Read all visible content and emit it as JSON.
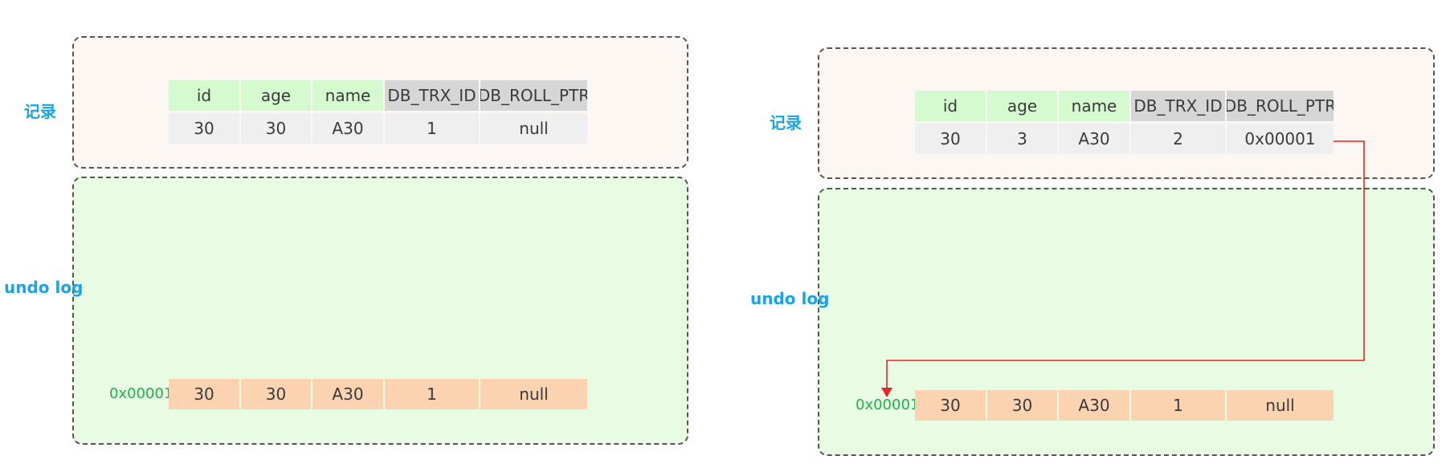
{
  "colors": {
    "label_blue": "#1aa3e8",
    "address_green": "#22b14c",
    "record_bg": "#fdf7f3",
    "undo_bg": "#e8fbe3",
    "header_green": "#d5fad0",
    "header_gray": "#d6d6d6",
    "value_gray": "#efefef",
    "undo_orange": "#fbd3b1",
    "arrow_red": "#ee2222"
  },
  "panels": [
    {
      "record_label": "记录",
      "undo_label": "undo log",
      "headers": [
        "id",
        "age",
        "name",
        "DB_TRX_ID",
        "DB_ROLL_PTR"
      ],
      "record_values": [
        "30",
        "30",
        "A30",
        "1",
        "null"
      ],
      "undo_address": "0x00001",
      "undo_values": [
        "30",
        "30",
        "A30",
        "1",
        "null"
      ]
    },
    {
      "record_label": "记录",
      "undo_label": "undo log",
      "headers": [
        "id",
        "age",
        "name",
        "DB_TRX_ID",
        "DB_ROLL_PTR"
      ],
      "record_values": [
        "30",
        "3",
        "A30",
        "2",
        "0x00001"
      ],
      "undo_address": "0x00001",
      "undo_values": [
        "30",
        "30",
        "A30",
        "1",
        "null"
      ]
    }
  ]
}
